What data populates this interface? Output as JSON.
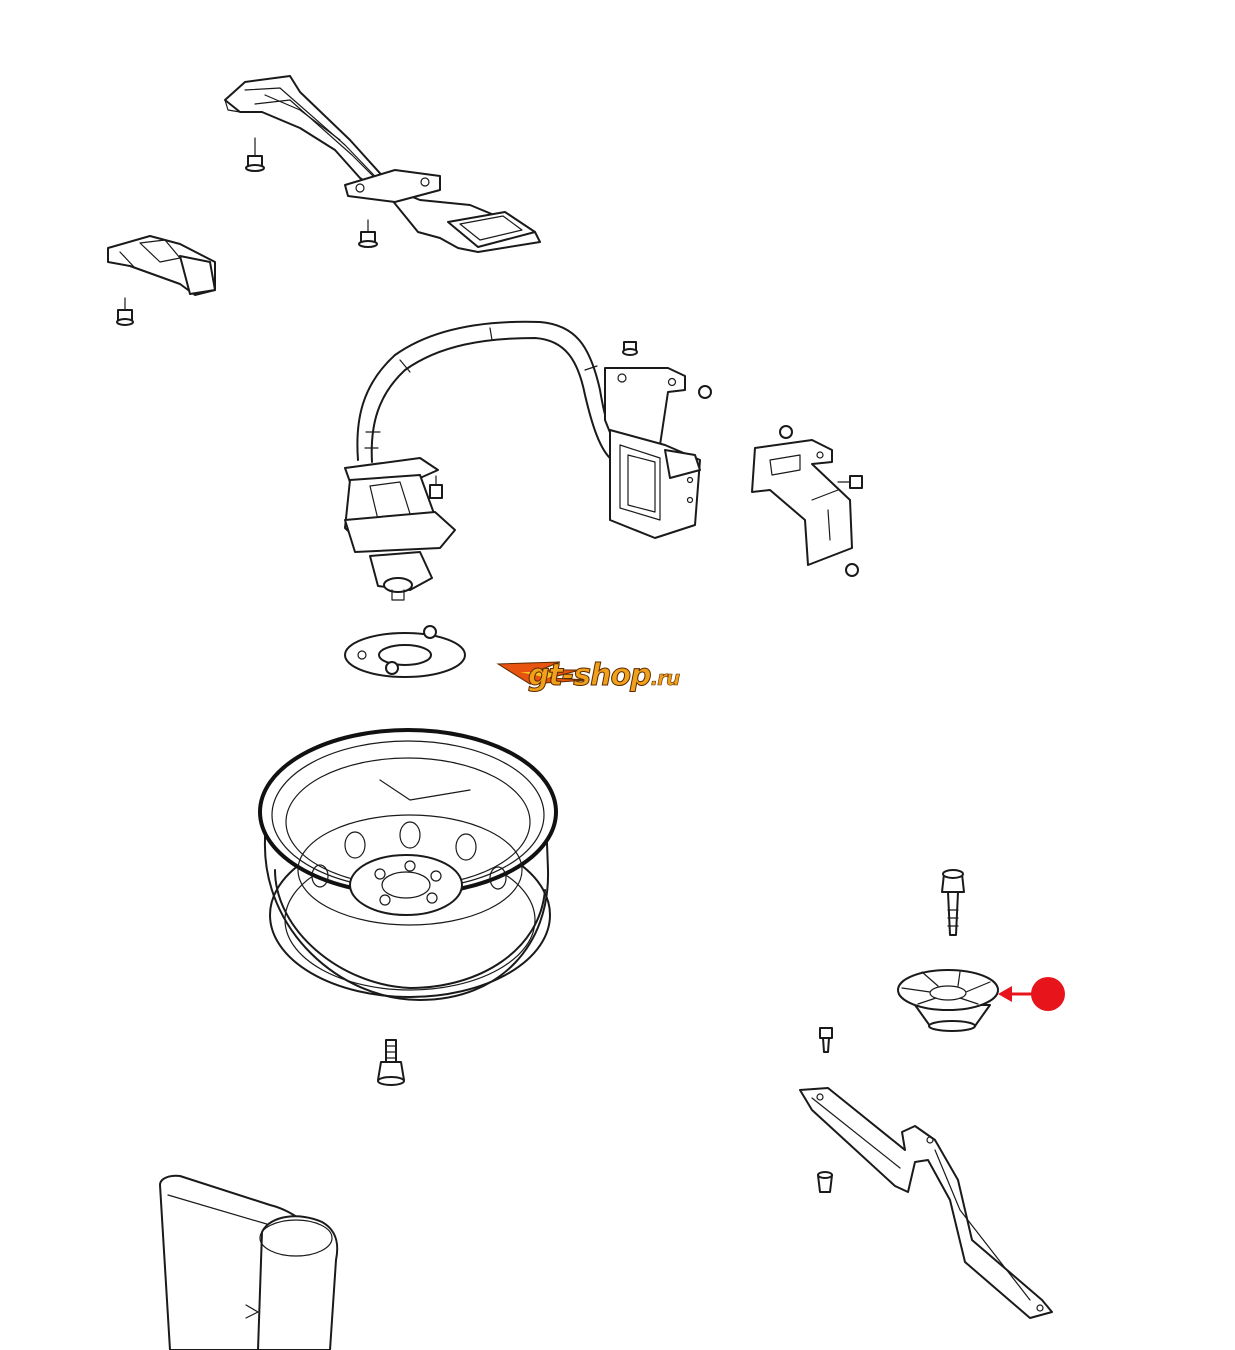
{
  "watermark": {
    "brand": "gt-shop",
    "tld": ".ru",
    "colors": {
      "fill": "#f0a01a",
      "flame": "#e8540f",
      "outline": "#5a2a00"
    }
  },
  "callout": {
    "marker_color": "#e8141c",
    "points_to": "spare-tire-cone-spacer"
  },
  "parts": [
    "spare-tire-carrier-crossmember",
    "crossmember-bolt",
    "bracket-with-bumper",
    "spare-tire-winch-cable-assembly",
    "winch-mounting-bracket",
    "retainer-plate",
    "spare-wheel",
    "wheel-lug-stud",
    "spare-tire-cone-spacer",
    "support-rod",
    "spare-tire-cover"
  ]
}
